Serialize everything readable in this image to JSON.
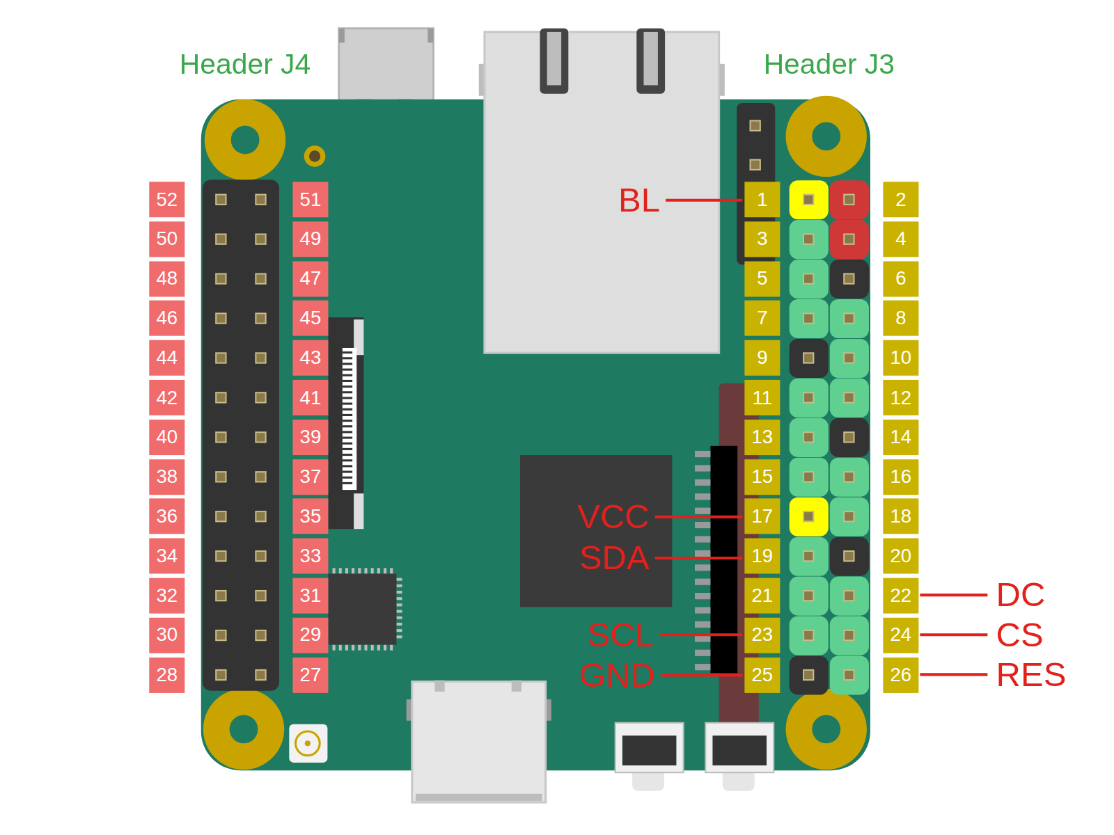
{
  "diagram": {
    "labels": [
      "Header J4",
      "Header J3",
      "52",
      "50",
      "48",
      "46",
      "44",
      "42",
      "40",
      "38",
      "36",
      "34",
      "32",
      "30",
      "28",
      "51",
      "49",
      "47",
      "45",
      "43",
      "41",
      "39",
      "37",
      "35",
      "33",
      "31",
      "29",
      "27",
      "1",
      "3",
      "5",
      "7",
      "9",
      "11",
      "13",
      "15",
      "17",
      "19",
      "21",
      "23",
      "25",
      "2",
      "4",
      "6",
      "8",
      "10",
      "12",
      "14",
      "16",
      "18",
      "20",
      "22",
      "24",
      "26",
      "BL",
      "VCC",
      "SDA",
      "SCL",
      "GND",
      "DC",
      "CS",
      "RES"
    ]
  }
}
